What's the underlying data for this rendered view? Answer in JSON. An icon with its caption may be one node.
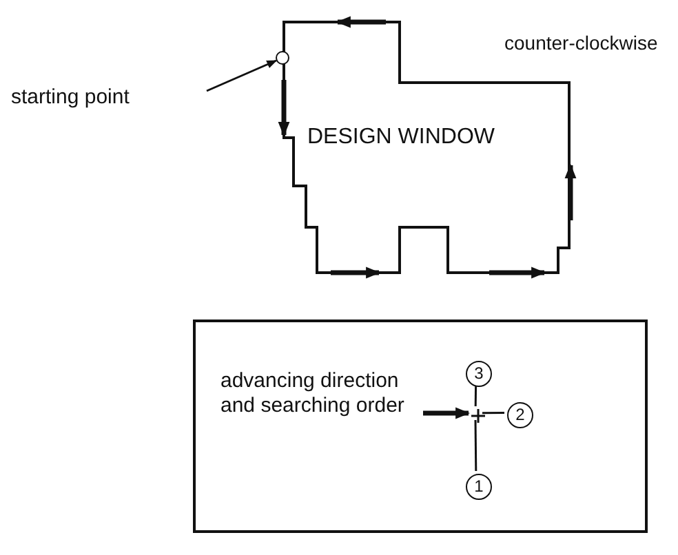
{
  "diagram": {
    "nodes": [
      {
        "text": [
          "DESIGN WINDOW"
        ]
      },
      {
        "text": [
          "starting point"
        ]
      },
      {
        "text": [],
        "shape": "circle"
      },
      {
        "text": [],
        "shape": "box"
      },
      {
        "text": [
          "advancing direction and searching order"
        ],
        "in": 3
      },
      {
        "text": [
          "3"
        ],
        "in": 3
      },
      {
        "text": [
          "2"
        ],
        "in": 3
      },
      {
        "text": [
          "1"
        ],
        "in": 3
      },
      {
        "text": [],
        "shape": "cross",
        "in": 3
      }
    ],
    "edges": [
      {
        "from": 1,
        "to": 2,
        "arrow": "to"
      },
      {
        "from": 4,
        "to": 8,
        "arrow": "to",
        "style": "thick"
      },
      {
        "from": 8,
        "to": 5,
        "arrow": "none"
      },
      {
        "from": 8,
        "to": 6,
        "arrow": "none"
      },
      {
        "from": 8,
        "to": 7,
        "arrow": "none"
      }
    ],
    "labels": [
      "counter-clockwise"
    ]
  }
}
